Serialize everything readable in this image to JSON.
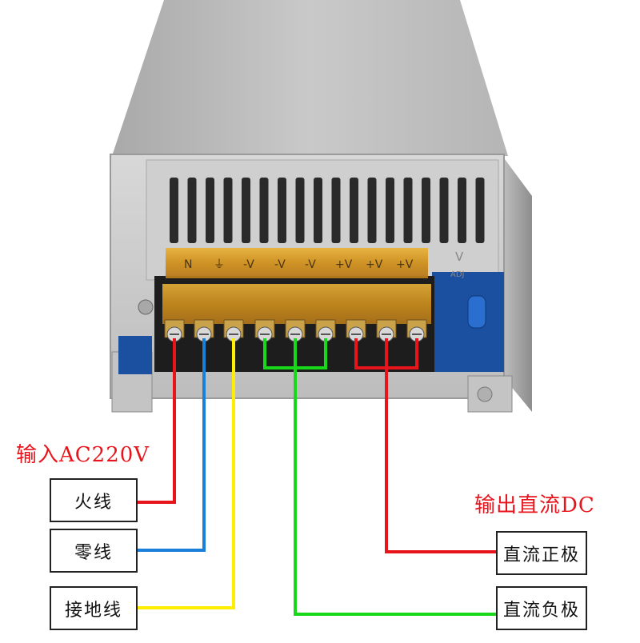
{
  "input_title": "输入AC220V",
  "output_title": "输出直流DC",
  "input_wires": [
    {
      "label": "火线",
      "color": "#e8141c"
    },
    {
      "label": "零线",
      "color": "#1a7fd8"
    },
    {
      "label": "接地线",
      "color": "#ffee00"
    }
  ],
  "output_wires": [
    {
      "label": "直流正极",
      "color": "#e8141c"
    },
    {
      "label": "直流负极",
      "color": "#18d81a"
    }
  ],
  "device": {
    "terminal_markings": [
      "N",
      "⏚",
      "-V",
      "-V",
      "-V",
      "+V",
      "+V",
      "+V"
    ],
    "adjust_label": "V",
    "adjust_sublabel": "ADJ"
  }
}
